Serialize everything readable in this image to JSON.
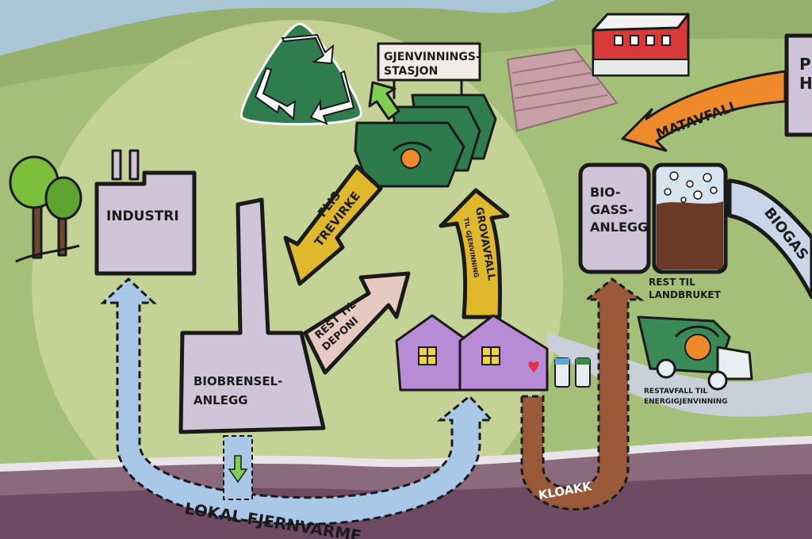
{
  "colors": {
    "sky": "#a9c6d6",
    "hill_far": "#94b06c",
    "hill_near": "#a3bf78",
    "circle": "#cbd59a",
    "ground": "#6e4a64",
    "ground_band": "#8a6a7c",
    "building": "#cfc4d8",
    "recycle_green": "#2f7d4f",
    "arrow_yellow": "#e0b82c",
    "arrow_pink": "#e6c9c0",
    "arrow_blue": "#a9c7e6",
    "arrow_orange": "#ee8a2a",
    "arrow_brown": "#9a5a3a",
    "house_purple": "#b88bd6",
    "barn_red": "#d83a3a"
  },
  "labels": {
    "gjenvinning_line1": "GJENVINNINGS-",
    "gjenvinning_line2": "STASJON",
    "industri": "INDUSTRI",
    "biobrensel_line1": "BIOBRENSEL-",
    "biobrensel_line2": "ANLEGG",
    "biogass_line1": "BIO-",
    "biogass_line2": "GASS-",
    "biogass_line3": "ANLEGG",
    "flis_line1": "FLIS",
    "flis_line2": "TREVIRKE",
    "rest_deponi_line1": "REST TIL",
    "rest_deponi_line2": "DEPONI",
    "grovavfall_line1": "GROVAVFALL",
    "grovavfall_line2": "TIL GJENVINNING",
    "matavfall": "MATAVFALL",
    "biogass_arrow": "BIOGAS",
    "rest_landbruket_line1": "REST TIL",
    "rest_landbruket_line2": "LANDBRUKET",
    "restavfall_line1": "RESTAVFALL TIL",
    "restavfall_line2": "ENERGIGJENVINNING",
    "kloakk": "KLOAKK",
    "fjernvarme": "LOKAL FJERNVARME",
    "edge_sign_line1": "P",
    "edge_sign_line2": "H"
  },
  "icons": {
    "recycle": "recycle-icon",
    "heart": "heart-icon",
    "garbage_truck": "garbage-truck-icon",
    "trees": "tree-icon",
    "barn": "barn-icon",
    "waste_containers": "container-icon"
  }
}
